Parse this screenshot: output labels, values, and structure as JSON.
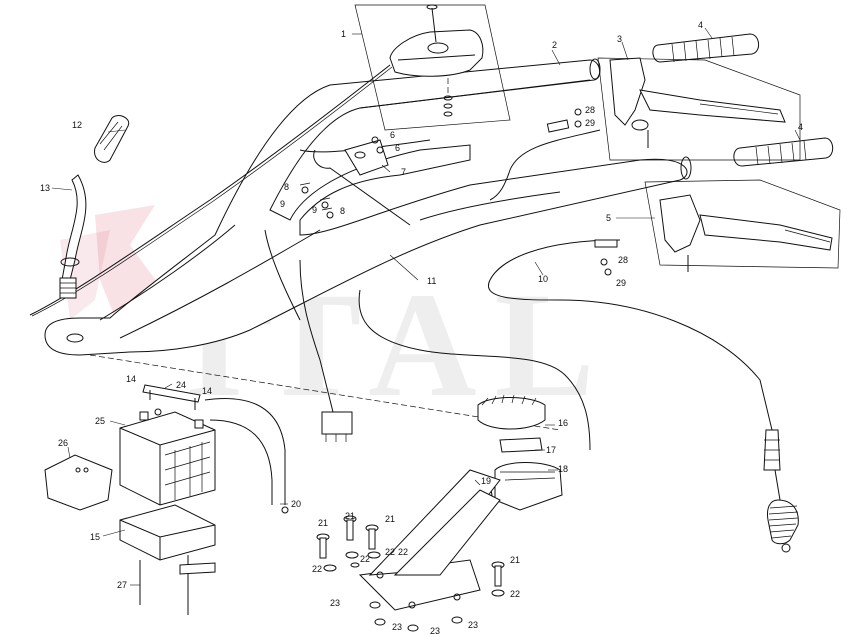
{
  "diagram": {
    "watermark_text": "ITAL",
    "colors": {
      "line": "#111111",
      "background": "#ffffff",
      "watermark": "#9a9a9a",
      "logo_red": "#c8102e"
    },
    "callouts": [
      "1",
      "2",
      "3",
      "4",
      "4",
      "5",
      "6",
      "6",
      "7",
      "8",
      "8",
      "9",
      "9",
      "10",
      "11",
      "12",
      "13",
      "14",
      "14",
      "15",
      "16",
      "17",
      "18",
      "19",
      "20",
      "21",
      "21",
      "21",
      "21",
      "22",
      "22",
      "22",
      "22",
      "22",
      "23",
      "23",
      "23",
      "23",
      "24",
      "25",
      "26",
      "27",
      "28",
      "28",
      "29",
      "29"
    ]
  }
}
